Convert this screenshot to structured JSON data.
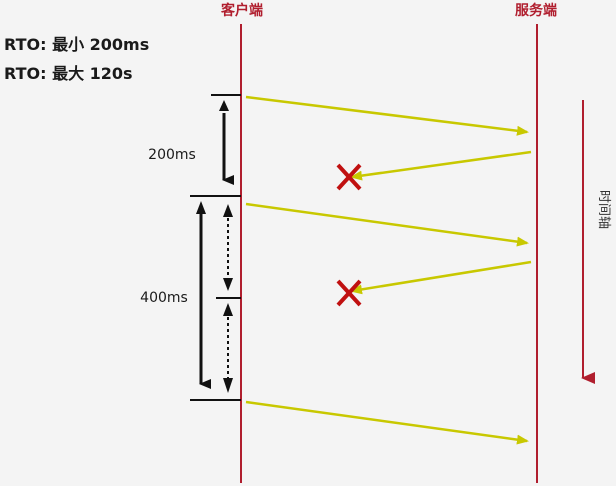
{
  "header": {
    "client_label": "客户端",
    "server_label": "服务端"
  },
  "rto": {
    "min_line": "RTO: 最小 200ms",
    "max_line": "RTO: 最大 120s"
  },
  "intervals": {
    "first": "200ms",
    "second": "400ms"
  },
  "axis": {
    "time_label": "时间轴"
  },
  "colors": {
    "line": "#b01e2e",
    "arrow": "#c8c800",
    "cross": "#c01010",
    "header_text": "#b01e2e",
    "text": "#1a1a1a"
  }
}
